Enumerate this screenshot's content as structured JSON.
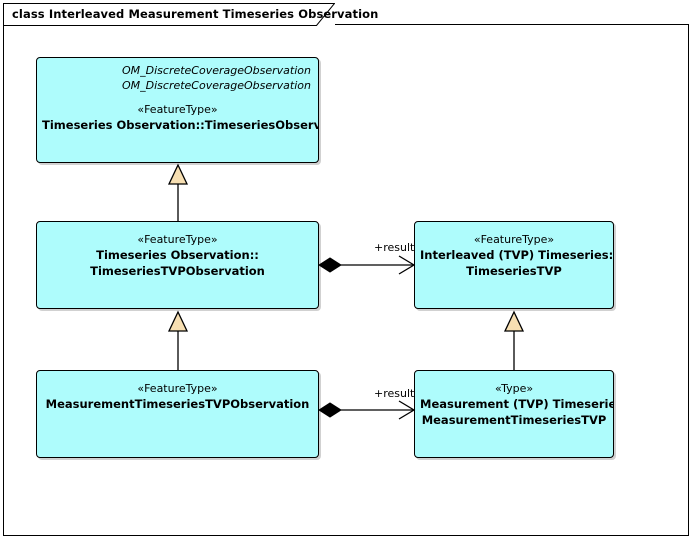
{
  "diagram": {
    "title": "class Interleaved Measurement Timeseries Observation",
    "frame_border_color": "#000000",
    "background_color": "#ffffff",
    "class_fill_color": "#aefcfc",
    "class_border_color": "#000000",
    "generalization_arrow_fill": "#f7dfb2"
  },
  "classes": {
    "timeseries_observation": {
      "inherited_1": "OM_DiscreteCoverageObservation",
      "inherited_2": "OM_DiscreteCoverageObservation",
      "stereotype": "«FeatureType»",
      "name_line_1": "Timeseries Observation::TimeseriesObservation"
    },
    "timeseries_tvp_observation": {
      "stereotype": "«FeatureType»",
      "name_line_1": "Timeseries Observation::",
      "name_line_2": "TimeseriesTVPObservation"
    },
    "timeseries_tvp": {
      "stereotype": "«FeatureType»",
      "name_line_1": "Interleaved (TVP) Timeseries::",
      "name_line_2": "TimeseriesTVP"
    },
    "measurement_timeseries_tvp_observation": {
      "stereotype": "«FeatureType»",
      "name_line_1": "MeasurementTimeseriesTVPObservation"
    },
    "measurement_timeseries_tvp": {
      "stereotype": "«Type»",
      "name_line_1": "Measurement (TVP) Timeseries::",
      "name_line_2": "MeasurementTimeseriesTVP"
    }
  },
  "connectors": {
    "result_upper_label": "+result",
    "result_lower_label": "+result"
  }
}
